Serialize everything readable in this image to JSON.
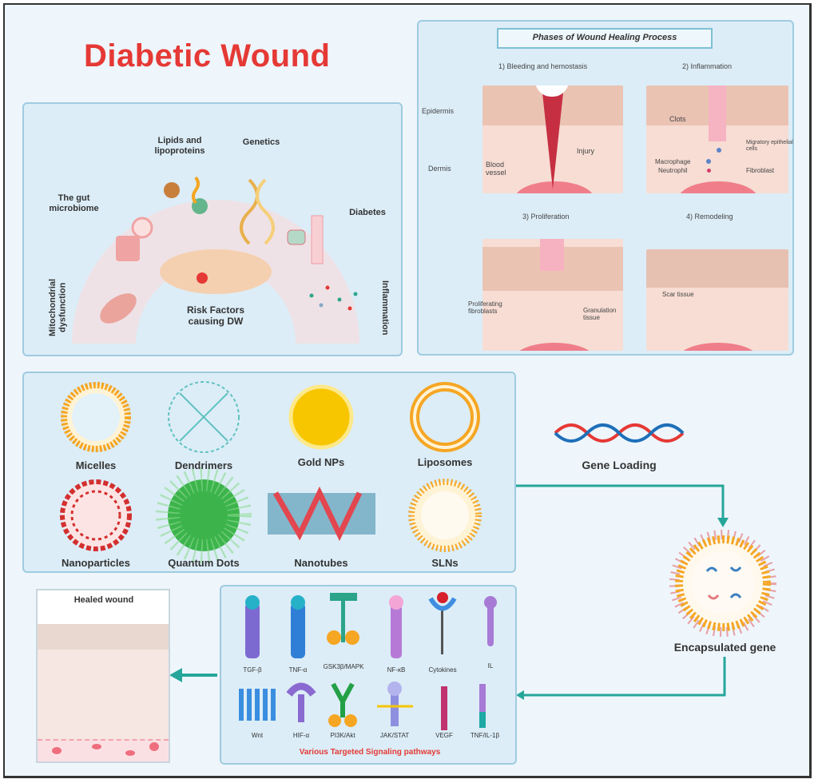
{
  "title": "Diabetic Wound",
  "risk_factors": {
    "center_label": "Risk Factors causing DW",
    "factors": [
      {
        "label": "Lipids and lipoproteins"
      },
      {
        "label": "Genetics"
      },
      {
        "label": "The gut microbiome"
      },
      {
        "label": "Diabetes"
      },
      {
        "label": "Mitochondrial dysfunction"
      },
      {
        "label": "Inflammation"
      }
    ]
  },
  "healing": {
    "title": "Phases of Wound Healing Process",
    "phases": [
      {
        "number": "1",
        "label": "Bleeding and hemostasis"
      },
      {
        "number": "2",
        "label": "Inflammation"
      },
      {
        "number": "3",
        "label": "Proliferation"
      },
      {
        "number": "4",
        "label": "Remodeling"
      }
    ],
    "annotations": {
      "epidermis": "Epidermis",
      "dermis": "Dermis",
      "blood_vessel": "Blood vessel",
      "injury": "Injury",
      "clots": "Clots",
      "migratory": "Migratory epithelial cells",
      "macrophage": "Macrophage",
      "neutrophil": "Neutrophil",
      "fibroblast": "Fibroblast",
      "proliferating": "Proliferating fibroblasts",
      "granulation": "Granulation tissue",
      "scar": "Scar tissue"
    }
  },
  "nanocarriers": [
    {
      "label": "Micelles",
      "color": "#f5a623"
    },
    {
      "label": "Dendrimers",
      "color": "#5fc2c0"
    },
    {
      "label": "Gold NPs",
      "color": "#f7c600"
    },
    {
      "label": "Liposomes",
      "color": "#f5a623"
    },
    {
      "label": "Nanoparticles",
      "color": "#d32f2f"
    },
    {
      "label": "Quantum Dots",
      "color": "#3cb44b"
    },
    {
      "label": "Nanotubes",
      "color": "#2a7f9e"
    },
    {
      "label": "SLNs",
      "color": "#f5a623"
    }
  ],
  "gene_loading": "Gene Loading",
  "encapsulated_gene": "Encapsulated gene",
  "healed_wound": "Healed wound",
  "signaling": {
    "caption": "Various Targeted Signaling pathways",
    "pathways": [
      {
        "label": "TGF-β"
      },
      {
        "label": "TNF-α"
      },
      {
        "label": "GSK3β/MAPK"
      },
      {
        "label": "NF-κB"
      },
      {
        "label": "Cytokines"
      },
      {
        "label": "IL"
      },
      {
        "label": "Wnt"
      },
      {
        "label": "HIF-α"
      },
      {
        "label": "PI3K/Akt"
      },
      {
        "label": "JAK/STAT"
      },
      {
        "label": "VEGF"
      },
      {
        "label": "TNF/IL-1β"
      }
    ]
  },
  "colors": {
    "title": "#e53935",
    "arrow": "#26a69a",
    "panel_border": "#9fcbe0",
    "caption": "#e53935"
  }
}
